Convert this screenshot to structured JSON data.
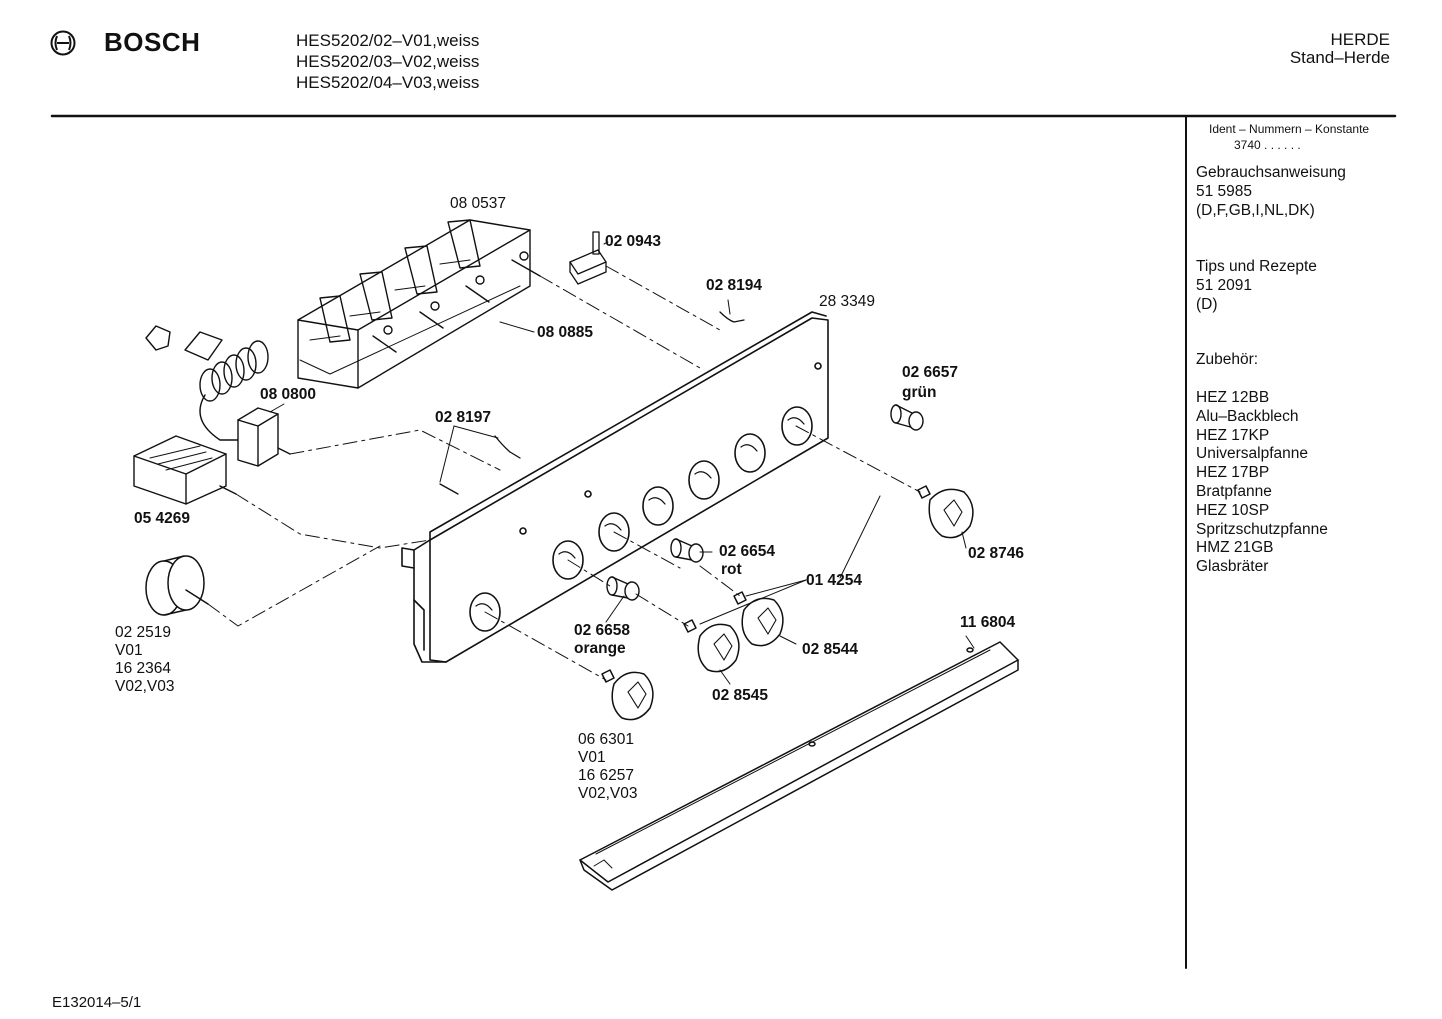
{
  "header": {
    "brand": "BOSCH",
    "models": [
      "HES5202/02–V01,weiss",
      "HES5202/03–V02,weiss",
      "HES5202/04–V03,weiss"
    ],
    "category": "HERDE",
    "subcategory": "Stand–Herde"
  },
  "sidebar": {
    "ident_label": "Ident – Nummern – Konstante",
    "ident_value": "3740 . .   . . . .",
    "manual_label": "Gebrauchsanweisung",
    "manual_number": "51 5985",
    "manual_langs": "(D,F,GB,I,NL,DK)",
    "tips_label": "Tips und Rezepte",
    "tips_number": "51 2091",
    "tips_langs": "(D)",
    "accessories_label": "Zubehör:",
    "accessories": [
      "HEZ 12BB",
      "Alu–Backblech",
      "HEZ 17KP",
      "Universalpfanne",
      "HEZ 17BP",
      "Bratpfanne",
      "HEZ 10SP",
      "Spritzschutzpfanne",
      "HMZ 21GB",
      "Glasbräter"
    ]
  },
  "parts": {
    "p080537": "08 0537",
    "p020943": "02 0943",
    "p028194": "02 8194",
    "p283349": "28 3349",
    "p080885": "08 0885",
    "p080800": "08 0800",
    "p028197": "02 8197",
    "p026657": "02 6657",
    "p026657_color": "grün",
    "p054269": "05 4269",
    "p026654": "02 6654",
    "p026654_color": "rot",
    "p014254": "01 4254",
    "p028746": "02 8746",
    "p022519_lines": [
      "02 2519",
      "V01",
      "16 2364",
      "V02,V03"
    ],
    "p026658": "02 6658",
    "p026658_color": "orange",
    "p028544": "02 8544",
    "p116804": "11 6804",
    "p028545": "02 8545",
    "p066301_lines": [
      "06 6301",
      "V01",
      "16 6257",
      "V02,V03"
    ]
  },
  "footer": {
    "code": "E132014–5/1"
  }
}
